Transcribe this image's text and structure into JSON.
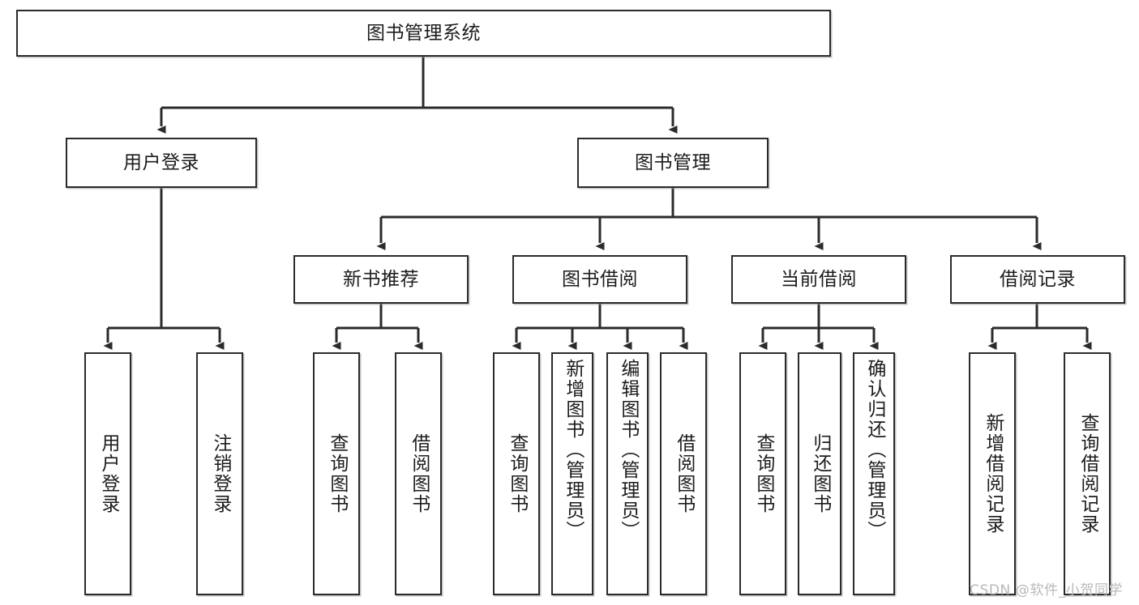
{
  "diagram": {
    "type": "tree-hierarchy",
    "title": "图书管理系统",
    "watermark": "CSDN @软件_小贺同学",
    "colors": {
      "box_border": "#2b2b2b",
      "box_fill": "#ffffff",
      "connector": "#2b2b2b",
      "text": "#1c1c1c",
      "watermark": "#b9b9b9",
      "background": "#ffffff"
    },
    "root": {
      "label": "图书管理系统"
    },
    "level2": [
      {
        "label": "用户登录"
      },
      {
        "label": "图书管理"
      }
    ],
    "level3": [
      {
        "label": "新书推荐"
      },
      {
        "label": "图书借阅"
      },
      {
        "label": "当前借阅"
      },
      {
        "label": "借阅记录"
      }
    ],
    "leaves": {
      "user_login": [
        {
          "label": "用户登录"
        },
        {
          "label": "注销登录"
        }
      ],
      "new_book_recommend": [
        {
          "label": "查询图书"
        },
        {
          "label": "借阅图书"
        }
      ],
      "book_borrow": [
        {
          "label": "查询图书"
        },
        {
          "label": "新增图书（管理员）"
        },
        {
          "label": "编辑图书（管理员）"
        },
        {
          "label": "借阅图书"
        }
      ],
      "current_borrow": [
        {
          "label": "查询图书"
        },
        {
          "label": "归还图书"
        },
        {
          "label": "确认归还（管理员）"
        }
      ],
      "borrow_record": [
        {
          "label": "新增借阅记录"
        },
        {
          "label": "查询借阅记录"
        }
      ]
    }
  }
}
